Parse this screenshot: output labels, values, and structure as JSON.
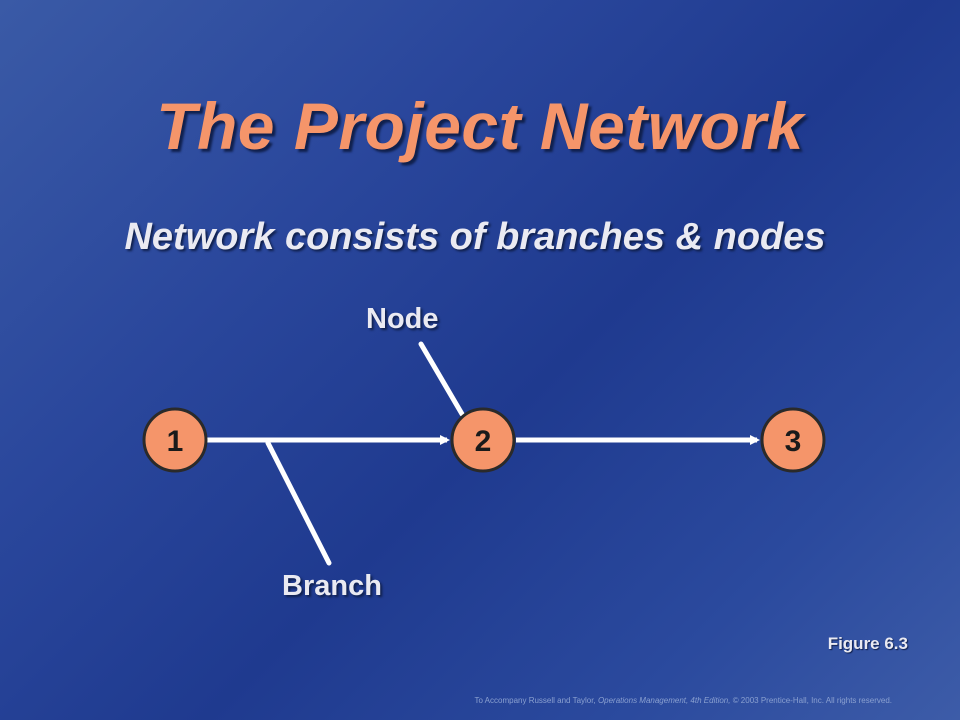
{
  "slide": {
    "title": "The Project Network",
    "subtitle": "Network consists of branches & nodes",
    "figure_label": "Figure 6.3"
  },
  "diagram": {
    "nodes": [
      "1",
      "2",
      "3"
    ],
    "node_label": "Node",
    "branch_label": "Branch",
    "node_color": "#f5956a"
  },
  "footer": {
    "part1": "To Accompany Russell and Taylor, ",
    "book": "Operations Management, 4th Edition,",
    "part2": " © 2003 Prentice-Hall, Inc. All rights reserved."
  }
}
